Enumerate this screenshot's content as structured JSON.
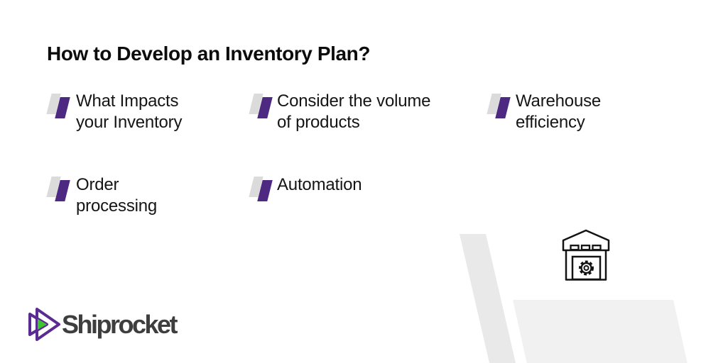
{
  "page": {
    "title": "How to Develop an Inventory Plan?"
  },
  "items": [
    {
      "line1": "What Impacts",
      "line2": "your Inventory"
    },
    {
      "line1": "Consider the volume",
      "line2": "of products"
    },
    {
      "line1": "Warehouse",
      "line2": "efficiency"
    },
    {
      "line1": "Order",
      "line2": "processing"
    },
    {
      "line1": "Automation",
      "line2": ""
    }
  ],
  "brand": {
    "name": "Shiprocket"
  },
  "icons": {
    "warehouse": "warehouse-with-gear-icon",
    "logo_mark": "shiprocket-play-mark-icon"
  },
  "colors": {
    "accent_purple": "#4D2982",
    "logo_purple": "#5B2B94",
    "logo_green": "#3DC72E",
    "marker_shadow": "#DBDBDB",
    "text_dark": "#151515",
    "title_dark": "#0C0C0C",
    "logo_text_gray": "#3E3E3E",
    "bg_shape_big": "#F1F1F1",
    "bg_shape_band": "#E9E9E9",
    "icon_stroke": "#131313"
  }
}
